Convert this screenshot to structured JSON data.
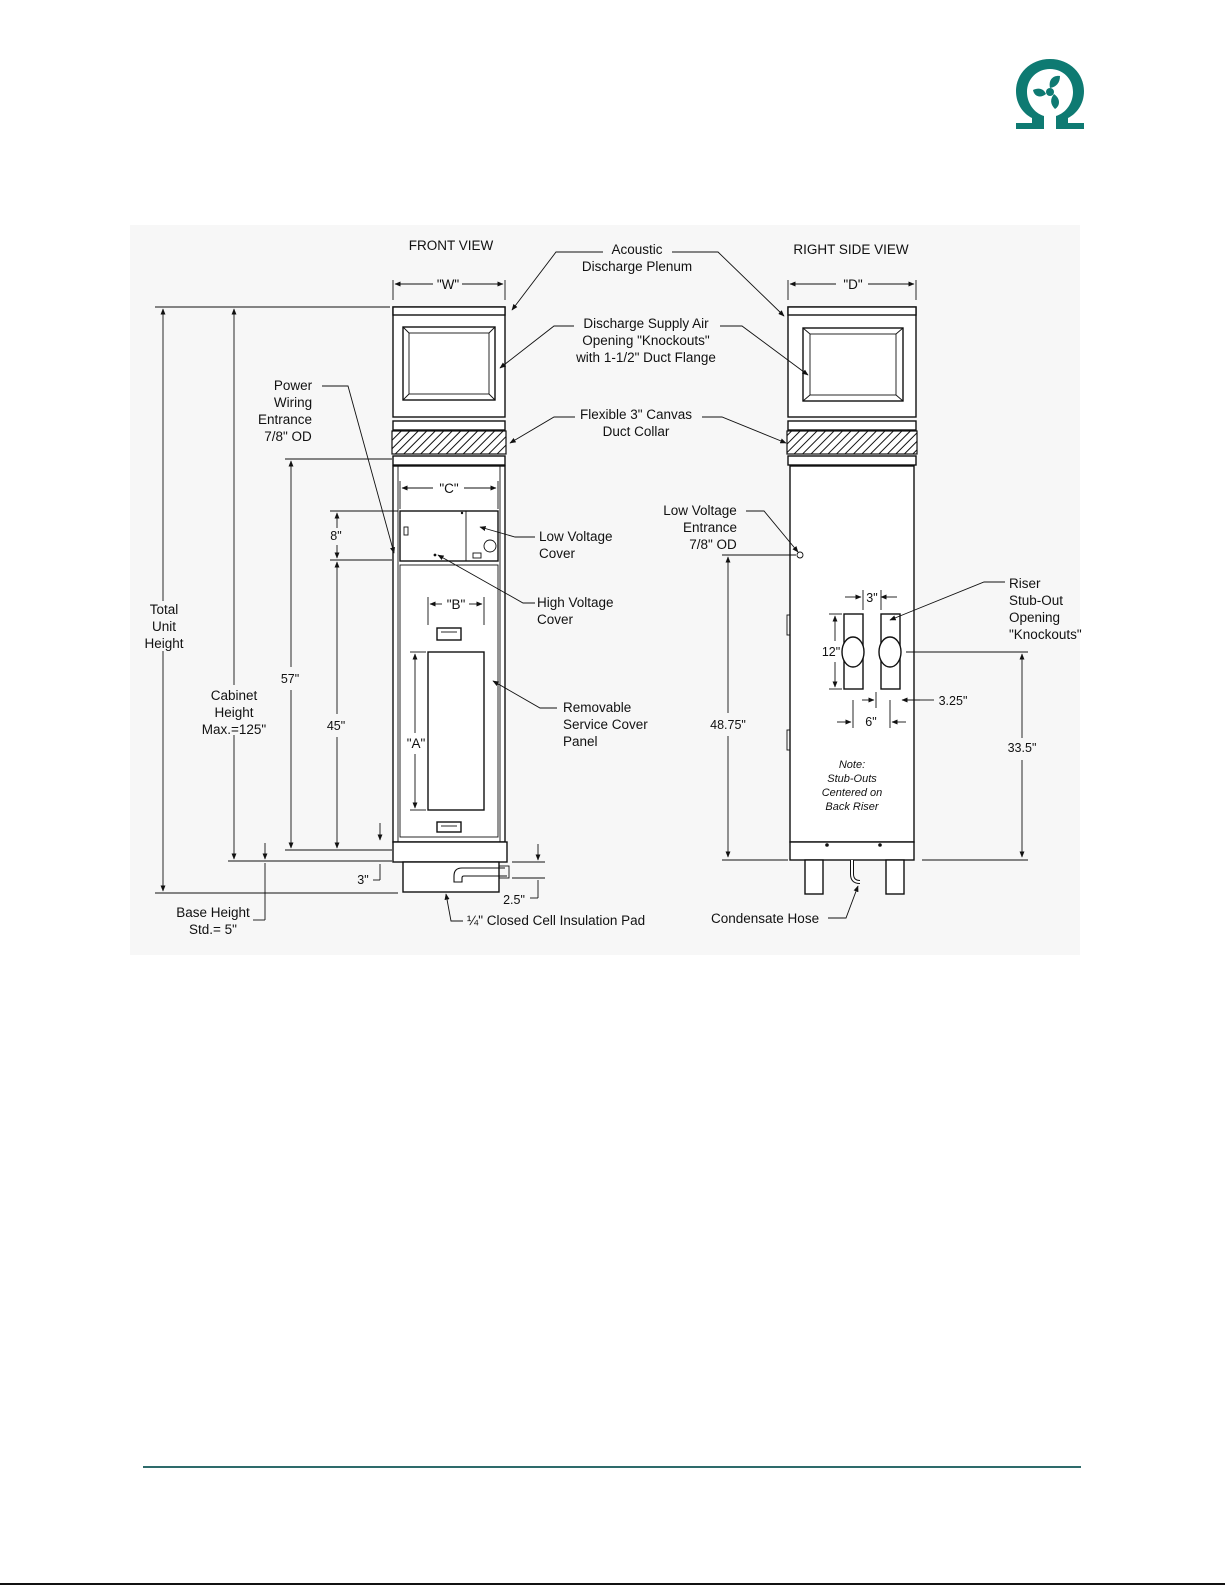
{
  "logo": {
    "icon": "omega-fan-logo-icon",
    "color": "#0e7a72"
  },
  "diagram": {
    "front_view": {
      "title": "FRONT VIEW",
      "width_label": "\"W\"",
      "c_label": "\"C\"",
      "b_label": "\"B\"",
      "a_label": "\"A\""
    },
    "side_view": {
      "title": "RIGHT SIDE VIEW",
      "depth_label": "\"D\"",
      "note": [
        "Note:",
        "Stub-Outs",
        "Centered on",
        "Back Riser"
      ]
    },
    "callouts": {
      "acoustic_plenum": [
        "Acoustic",
        "Discharge Plenum"
      ],
      "discharge_supply": [
        "Discharge Supply Air",
        "Opening \"Knockouts\"",
        "with 1-1/2\" Duct Flange"
      ],
      "canvas_collar": [
        "Flexible 3\" Canvas",
        "Duct Collar"
      ],
      "power_wiring": [
        "Power",
        "Wiring",
        "Entrance",
        "7/8\" OD"
      ],
      "low_voltage_cover": [
        "Low Voltage",
        "Cover"
      ],
      "high_voltage_cover": [
        "High Voltage",
        "Cover"
      ],
      "service_panel": [
        "Removable",
        "Service Cover",
        "Panel"
      ],
      "low_voltage_entrance": [
        "Low Voltage",
        "Entrance",
        "7/8\" OD"
      ],
      "riser_stubout": [
        "Riser",
        "Stub-Out",
        "Opening",
        "\"Knockouts\""
      ],
      "total_height": [
        "Total",
        "Unit",
        "Height"
      ],
      "cabinet_height": [
        "Cabinet",
        "Height",
        "Max.=125\""
      ],
      "base_height": [
        "Base Height",
        "Std.= 5\""
      ],
      "insulation_pad": "¼\" Closed Cell Insulation Pad",
      "condensate_hose": "Condensate Hose"
    },
    "dimensions": {
      "d57": "57\"",
      "d45": "45\"",
      "d8": "8\"",
      "d3": "3\"",
      "d2_5": "2.5\"",
      "d48_75": "48.75\"",
      "d33_5": "33.5\"",
      "d3_top": "3\"",
      "d12": "12\"",
      "d6": "6\"",
      "d3_25": "3.25\""
    }
  }
}
